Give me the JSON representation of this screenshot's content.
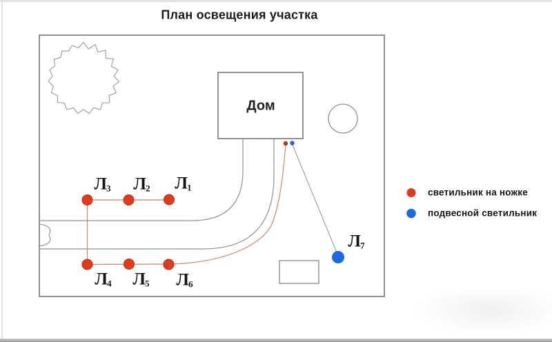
{
  "title": "План освещения участка",
  "plan": {
    "house_label": "Дом"
  },
  "lamps": [
    {
      "base": "Л",
      "sub": "1"
    },
    {
      "base": "Л",
      "sub": "2"
    },
    {
      "base": "Л",
      "sub": "3"
    },
    {
      "base": "Л",
      "sub": "4"
    },
    {
      "base": "Л",
      "sub": "5"
    },
    {
      "base": "Л",
      "sub": "6"
    },
    {
      "base": "Л",
      "sub": "7"
    }
  ],
  "legend": {
    "items": [
      {
        "label": "светильник на ножке",
        "color": "#e23a1e"
      },
      {
        "label": "подвесной светильник",
        "color": "#1b6ae4"
      }
    ]
  },
  "colors": {
    "lamp_red": "#e23a1e",
    "lamp_red_rim": "#b52d12",
    "lamp_blue": "#1b6ae4",
    "junction_red": "#b03322",
    "junction_blue": "#2f63cc",
    "cable_red": "#cf8272",
    "cable_blue": "#98a2b2",
    "outline": "#8f8f8f"
  }
}
